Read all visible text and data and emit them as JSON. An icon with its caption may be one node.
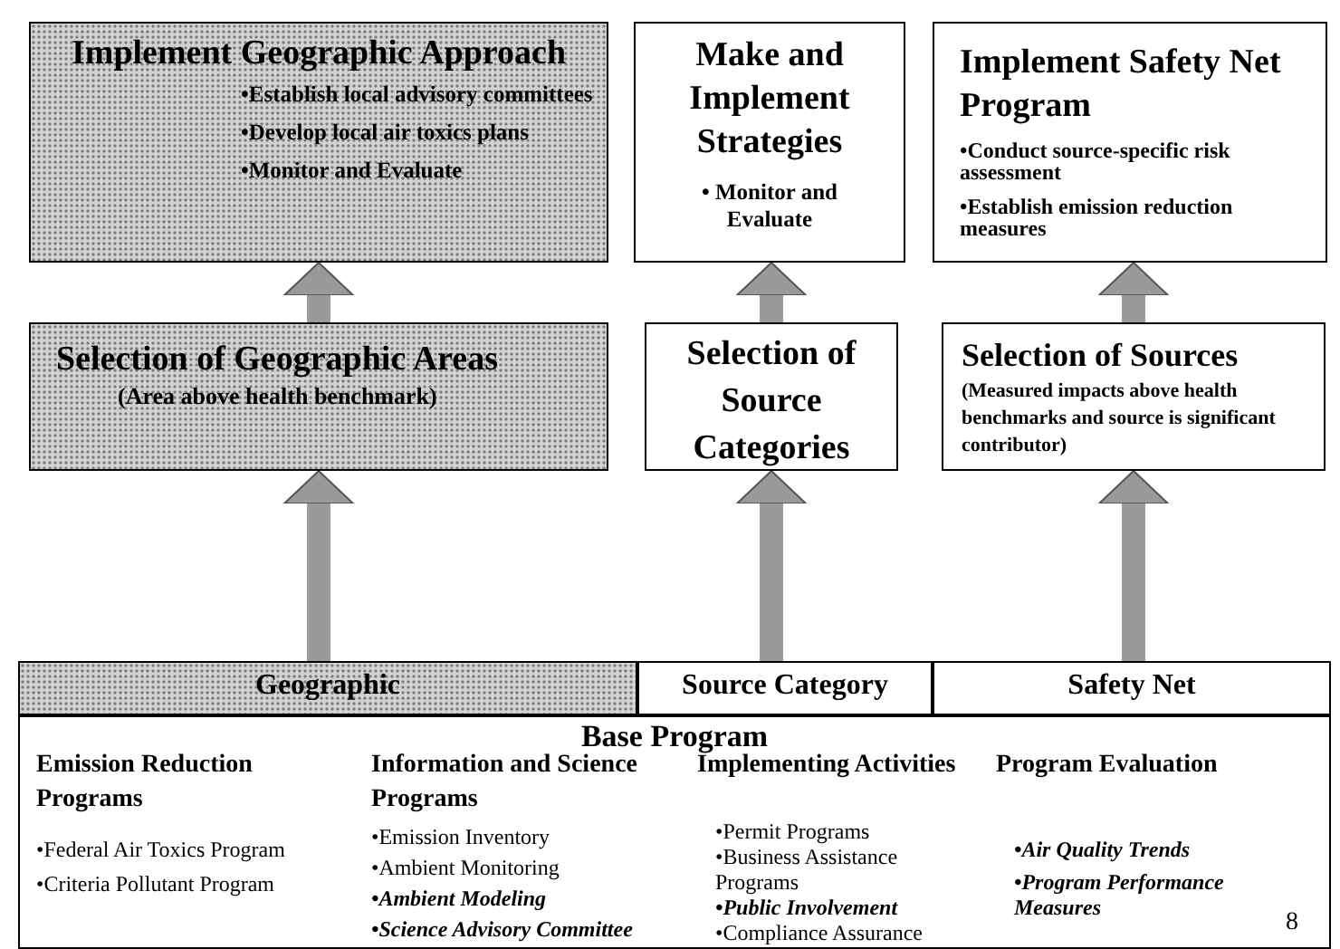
{
  "diagram": {
    "nodes": [
      {
        "text": [
          "Implement Geographic Approach",
          "•Establish local advisory committees",
          "•Develop local air toxics plans",
          "•Monitor and Evaluate"
        ]
      },
      {
        "text": [
          "Make and Implement Strategies",
          "• Monitor and Evaluate"
        ]
      },
      {
        "text": [
          "Implement Safety Net Program",
          "•Conduct source-specific risk assessment",
          "•Establish emission reduction measures"
        ]
      },
      {
        "text": [
          "Selection of Geographic Areas",
          "(Area above health benchmark)"
        ]
      },
      {
        "text": [
          "Selection of Source Categories"
        ]
      },
      {
        "text": [
          "Selection of Sources",
          "(Measured impacts above health benchmarks and source is significant contributor)"
        ]
      },
      {
        "text": [
          "Geographic"
        ]
      },
      {
        "text": [
          "Source Category"
        ]
      },
      {
        "text": [
          "Safety Net"
        ]
      },
      {
        "text": [
          "Base Program"
        ]
      }
    ],
    "edges": [
      {
        "from": 3,
        "to": 0,
        "arrow": "to"
      },
      {
        "from": 4,
        "to": 1,
        "arrow": "to"
      },
      {
        "from": 5,
        "to": 2,
        "arrow": "to"
      },
      {
        "from": 6,
        "to": 3,
        "arrow": "to"
      },
      {
        "from": 7,
        "to": 4,
        "arrow": "to"
      },
      {
        "from": 8,
        "to": 5,
        "arrow": "to"
      }
    ],
    "labels": [
      "Emission Reduction Programs",
      "•Federal Air Toxics Program",
      "•Criteria Pollutant Program",
      "Information and Science Programs",
      "•Emission Inventory",
      "•Ambient Monitoring",
      "•Ambient Modeling",
      "•Science Advisory Committee",
      "Implementing Activities",
      "•Permit Programs",
      "•Business Assistance Programs",
      "•Public Involvement",
      "•Compliance Assurance",
      "Program Evaluation",
      "•Air Quality Trends",
      "•Program Performance Measures",
      "8"
    ]
  }
}
